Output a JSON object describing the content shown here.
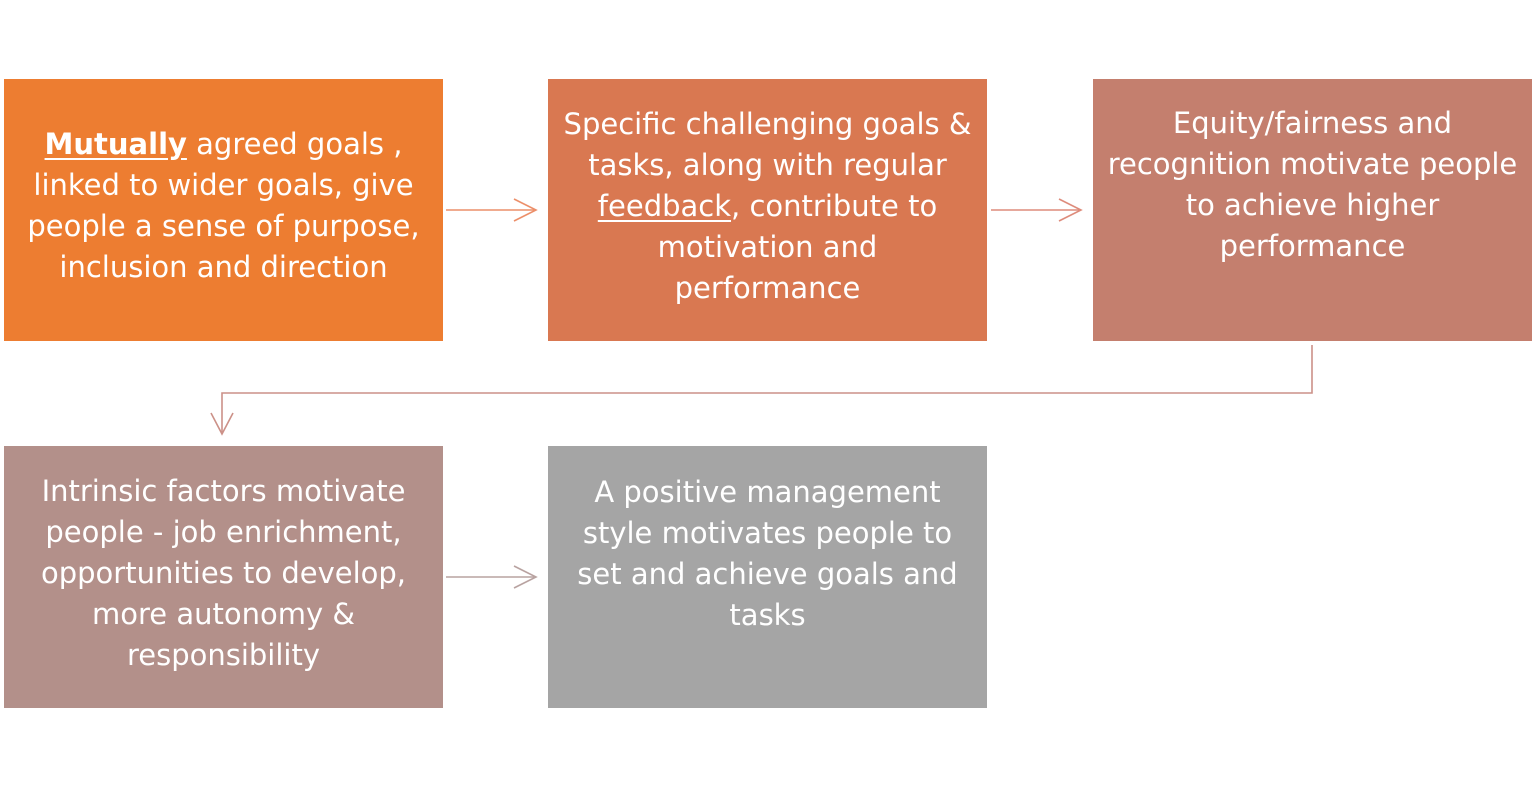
{
  "colors": {
    "box1": "#ED7D31",
    "box2": "#D97851",
    "box3": "#C47F6E",
    "box4": "#B3908A",
    "box5": "#A5A5A5",
    "arrow1": "#EC8F6A",
    "arrow2": "#DE8C7C",
    "arrow3": "#CC9188",
    "arrow4": "#B9A3A1"
  },
  "boxes": [
    {
      "pre": "",
      "emphasis": "Mutually",
      "post": " agreed goals , linked to wider goals, give people a sense of purpose, inclusion and direction"
    },
    {
      "pre": "Specific challenging goals & tasks, along with regular ",
      "emphasis": "feedback",
      "post": ", contribute to motivation and performance"
    },
    {
      "text": "Equity/fairness and recognition motivate people to achieve higher performance"
    },
    {
      "text": "Intrinsic factors motivate people - job enrichment, opportunities to develop, more autonomy & responsibility"
    },
    {
      "text": "A positive management style motivates people to set and achieve goals and tasks"
    }
  ]
}
